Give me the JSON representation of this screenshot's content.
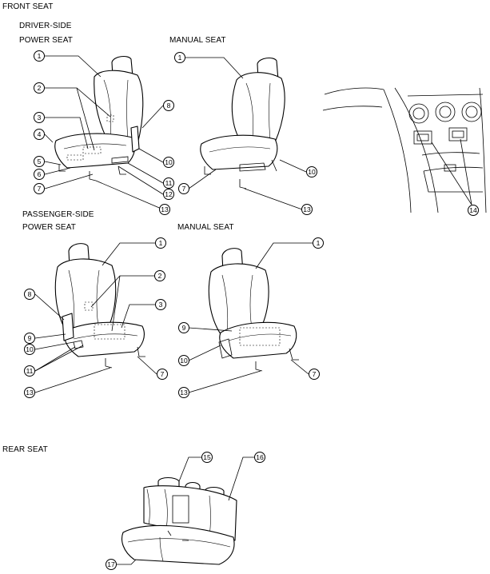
{
  "headings": {
    "front_seat": "FRONT SEAT",
    "driver_side": "DRIVER-SIDE",
    "driver_power": "POWER SEAT",
    "driver_manual": "MANUAL SEAT",
    "passenger_side": "PASSENGER-SIDE",
    "passenger_power": "POWER SEAT",
    "passenger_manual": "MANUAL SEAT",
    "rear_seat": "REAR SEAT"
  },
  "callouts": {
    "driver_power": [
      "1",
      "2",
      "3",
      "4",
      "5",
      "6",
      "7",
      "8",
      "10",
      "11",
      "12",
      "13"
    ],
    "driver_manual": [
      "1",
      "10",
      "7",
      "13"
    ],
    "console": [
      "14"
    ],
    "passenger_power": [
      "1",
      "2",
      "3",
      "8",
      "9",
      "10",
      "11",
      "7",
      "13"
    ],
    "passenger_manual": [
      "1",
      "9",
      "10",
      "7",
      "13"
    ],
    "rear": [
      "15",
      "16",
      "17"
    ]
  }
}
